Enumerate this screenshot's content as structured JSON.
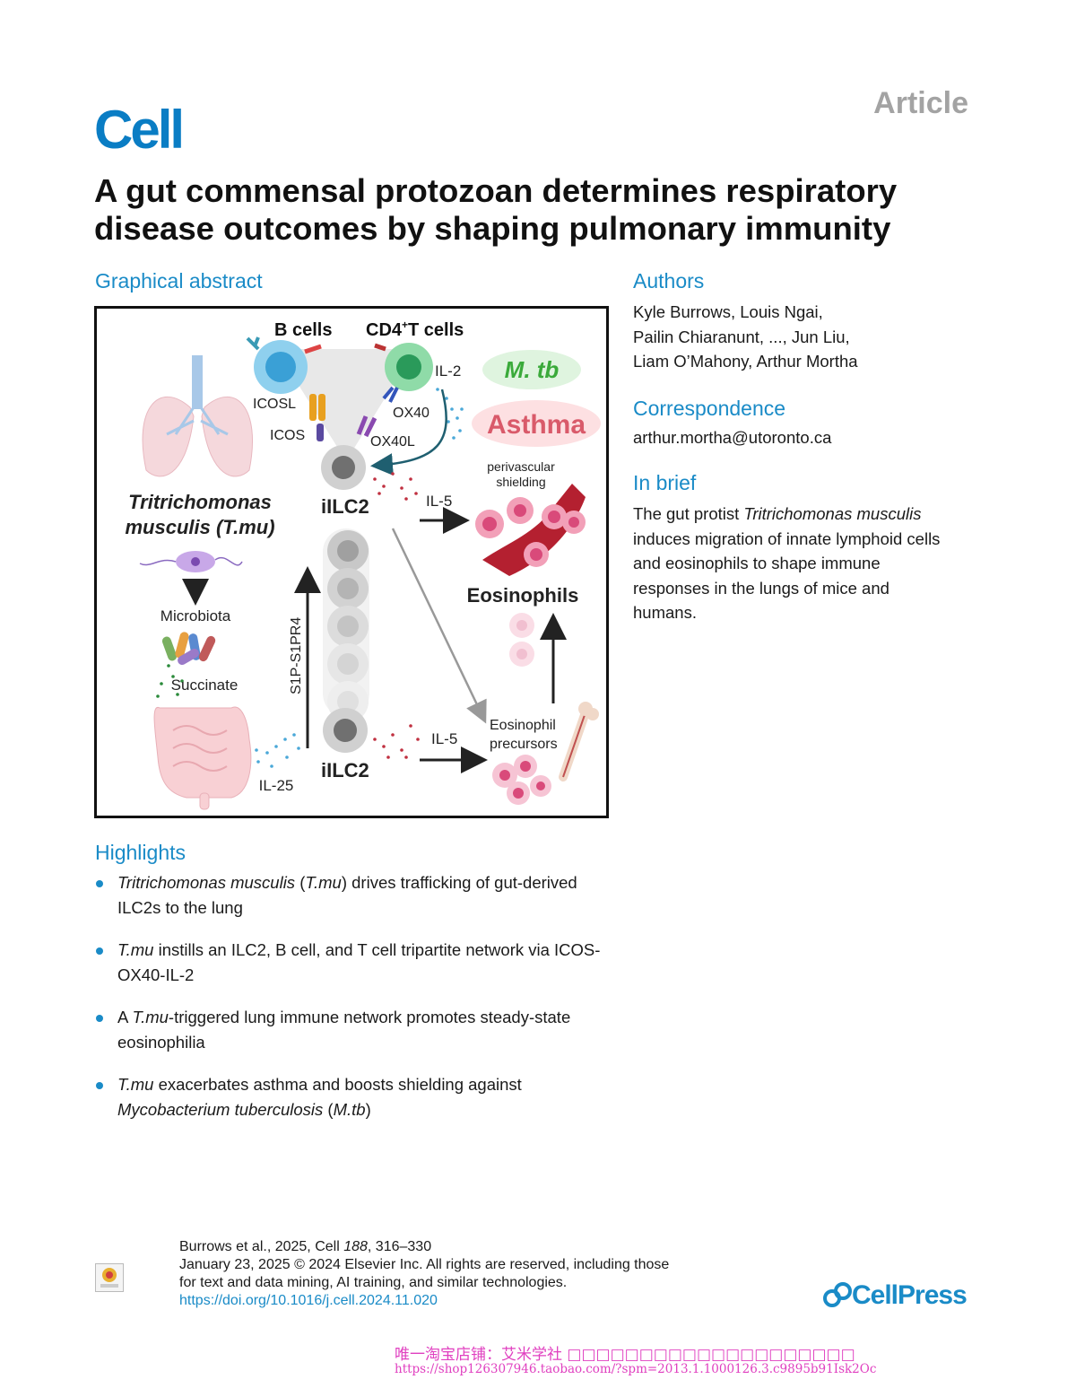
{
  "header": {
    "journal": "Cell",
    "article_type": "Article",
    "title_line1": "A gut commensal protozoan determines respiratory",
    "title_line2": "disease outcomes by shaping pulmonary immunity"
  },
  "graphical_abstract": {
    "label": "Graphical abstract",
    "b_cells": "B cells",
    "cd4_prefix": "CD4",
    "cd4_sup": "+",
    "cd4_suffix": "T cells",
    "il2": "IL-2",
    "mtb": "M. tb",
    "asthma": "Asthma",
    "icosl": "ICOSL",
    "ox40": "OX40",
    "icos": "ICOS",
    "ox40l": "OX40L",
    "perivascular_1": "perivascular",
    "perivascular_2": "shielding",
    "tmu_1": "Tritrichomonas",
    "tmu_2": "musculis (T.mu)",
    "ilc2_top": "iILC2",
    "il5_top": "IL-5",
    "eosinophils": "Eosinophils",
    "microbiota": "Microbiota",
    "s1p": "S1P-S1PR4",
    "succinate": "Succinate",
    "eos_prec_1": "Eosinophil",
    "eos_prec_2": "precursors",
    "il5_bottom": "IL-5",
    "ilc2_bottom": "iILC2",
    "il25": "IL-25",
    "colors": {
      "b_cell": "#5ab8e0",
      "t_cell": "#45b87a",
      "ilc2": "#9a9a9a",
      "eosinophil": "#d94a7a",
      "mtb_text": "#3aaa3a",
      "asthma_text": "#d95a6a"
    },
    "icons": [
      "lungs-icon",
      "protozoan-icon",
      "bacteria-icon",
      "intestine-icon",
      "blood-vessel-icon",
      "bone-icon"
    ]
  },
  "authors": {
    "label": "Authors",
    "line1": "Kyle Burrows, Louis Ngai,",
    "line2": "Pailin Chiaranunt, ..., Jun Liu,",
    "line3": "Liam O’Mahony, Arthur Mortha"
  },
  "correspondence": {
    "label": "Correspondence",
    "email": "arthur.mortha@utoronto.ca"
  },
  "in_brief": {
    "label": "In brief",
    "text_pre": "The gut protist ",
    "text_italic": "Tritrichomonas musculis",
    "text_post": " induces migration of innate lymphoid cells and eosinophils to shape immune responses in the lungs of mice and humans."
  },
  "highlights": {
    "label": "Highlights",
    "h1_i1": "Tritrichomonas musculis",
    "h1_t1": " (",
    "h1_i2": "T.mu",
    "h1_t2": ") drives trafficking of gut-derived ILC2s to the lung",
    "h2_i1": "T.mu",
    "h2_t1": " instills an ILC2, B cell, and T cell tripartite network via ICOS-OX40-IL-2",
    "h3_t0": "A ",
    "h3_i1": "T.mu",
    "h3_t1": "-triggered lung immune network promotes steady-state eosinophilia",
    "h4_i1": "T.mu",
    "h4_t1": " exacerbates asthma and boosts shielding against ",
    "h4_i2": "Mycobacterium tuberculosis",
    "h4_t2": " (",
    "h4_i3": "M.tb",
    "h4_t3": ")"
  },
  "citation": {
    "line1_pre": "Burrows et al., 2025, Cell ",
    "line1_vol": "188",
    "line1_post": ", 316–330",
    "line2": "January 23, 2025 © 2024 Elsevier Inc. All rights are reserved, including those",
    "line3": "for text and data mining, AI training, and similar technologies.",
    "doi": "https://doi.org/10.1016/j.cell.2024.11.020"
  },
  "footer": {
    "publisher": "CellPress",
    "watermark_line1": "唯一淘宝店铺：艾米学社 □□□□□□□□□□□□□□□□□□□□",
    "watermark_line2": "https://shop126307946.taobao.com/?spm=2013.1.1000126.3.c9895b91Isk2Oc"
  }
}
